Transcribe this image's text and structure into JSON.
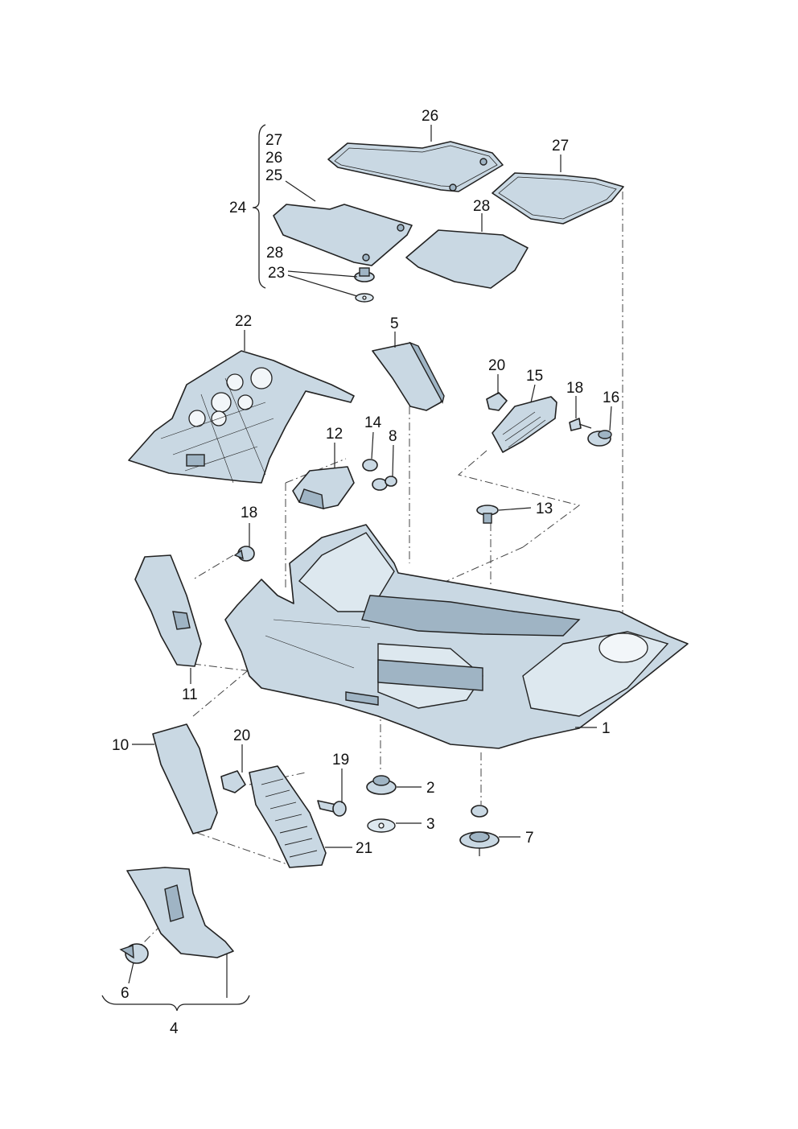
{
  "diagram": {
    "callouts": {
      "c1": "1",
      "c2": "2",
      "c3": "3",
      "c4": "4",
      "c5": "5",
      "c6": "6",
      "c7": "7",
      "c8": "8",
      "c10": "10",
      "c11": "11",
      "c12": "12",
      "c13": "13",
      "c14": "14",
      "c15": "15",
      "c16": "16",
      "c18a": "18",
      "c18b": "18",
      "c19": "19",
      "c20a": "20",
      "c20b": "20",
      "c21": "21",
      "c22": "22",
      "c23": "23",
      "c24": "24",
      "c25": "25",
      "c26a": "26",
      "c26b": "26",
      "c27a": "27",
      "c27b": "27",
      "c28a": "28",
      "c28b": "28"
    }
  }
}
